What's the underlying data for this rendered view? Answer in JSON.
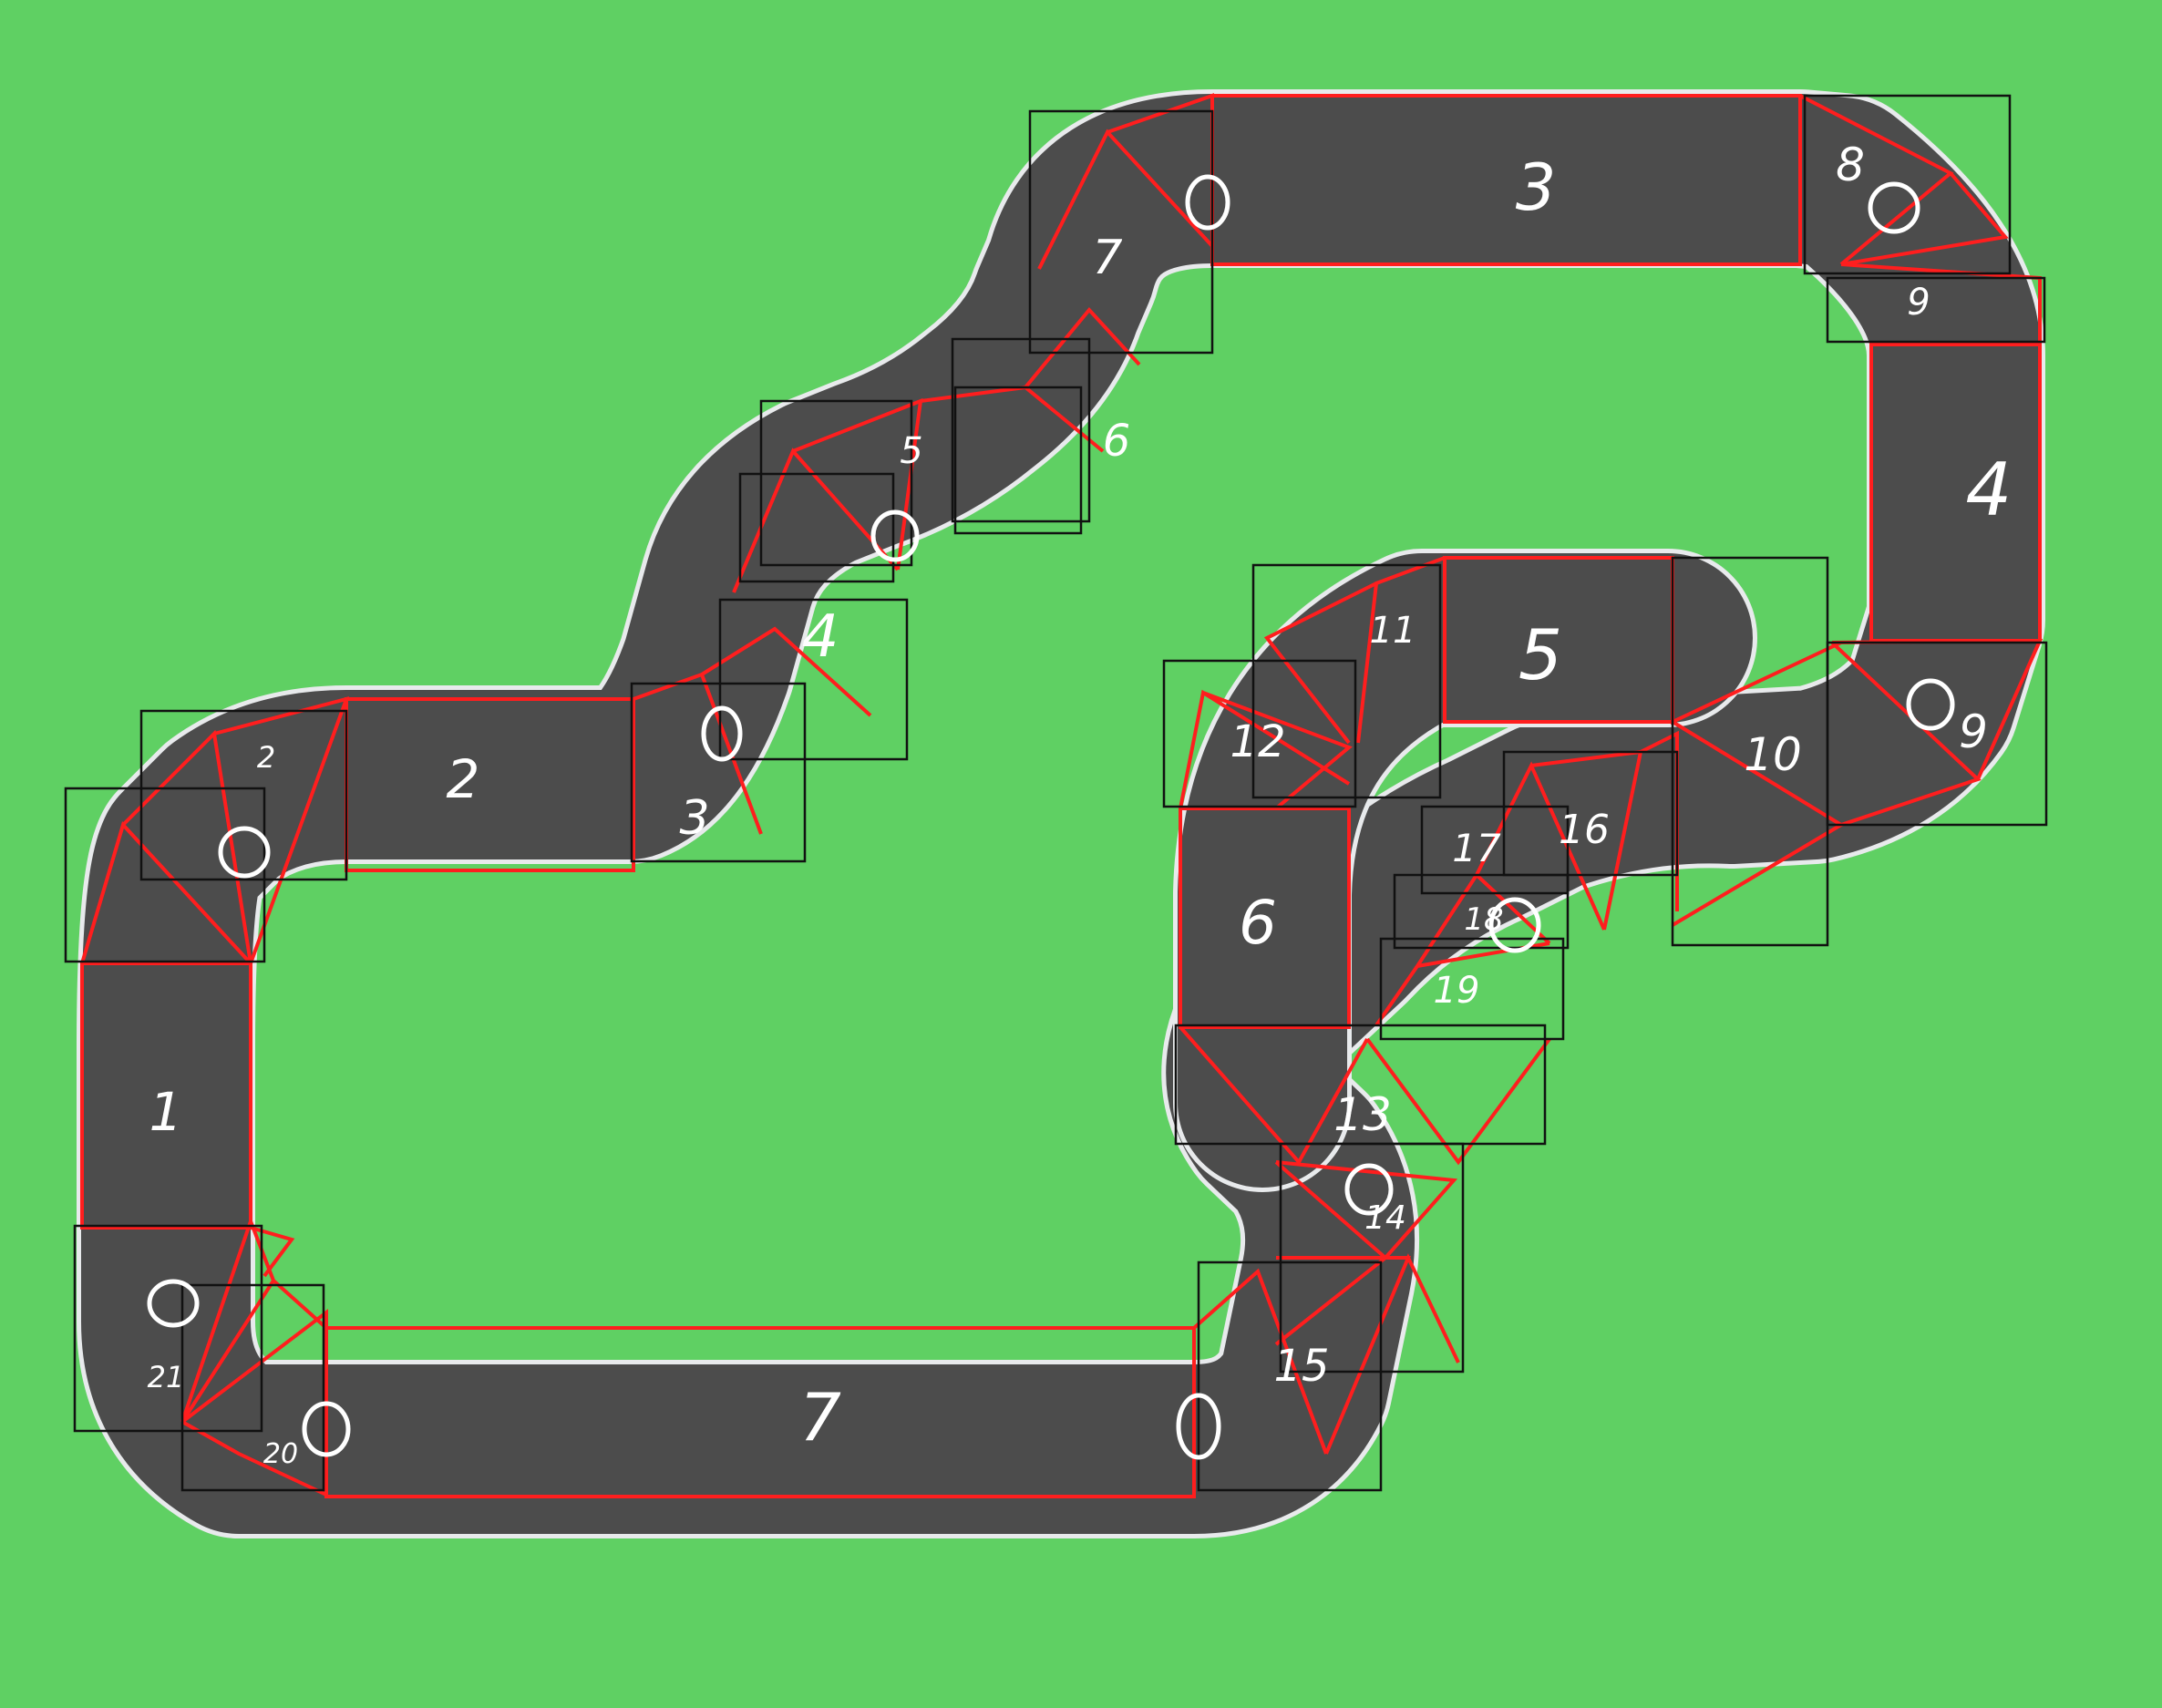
{
  "colors": {
    "background": "#5fd063",
    "track": "#4c4c4c",
    "edge": "#e8eaec",
    "segment_outline": "#ff1e1e",
    "marker": "#ffffff",
    "sketch_box": "#000000"
  },
  "straight_labels": [
    "1",
    "2",
    "3",
    "4",
    "5",
    "6",
    "7"
  ],
  "corner_labels": [
    "2",
    "3",
    "4",
    "5",
    "6",
    "7",
    "8",
    "9",
    "9",
    "10",
    "11",
    "12",
    "13",
    "14",
    "15",
    "16",
    "17",
    "18",
    "19",
    "20",
    "21"
  ],
  "marker_icon": "circle-marker-icon"
}
